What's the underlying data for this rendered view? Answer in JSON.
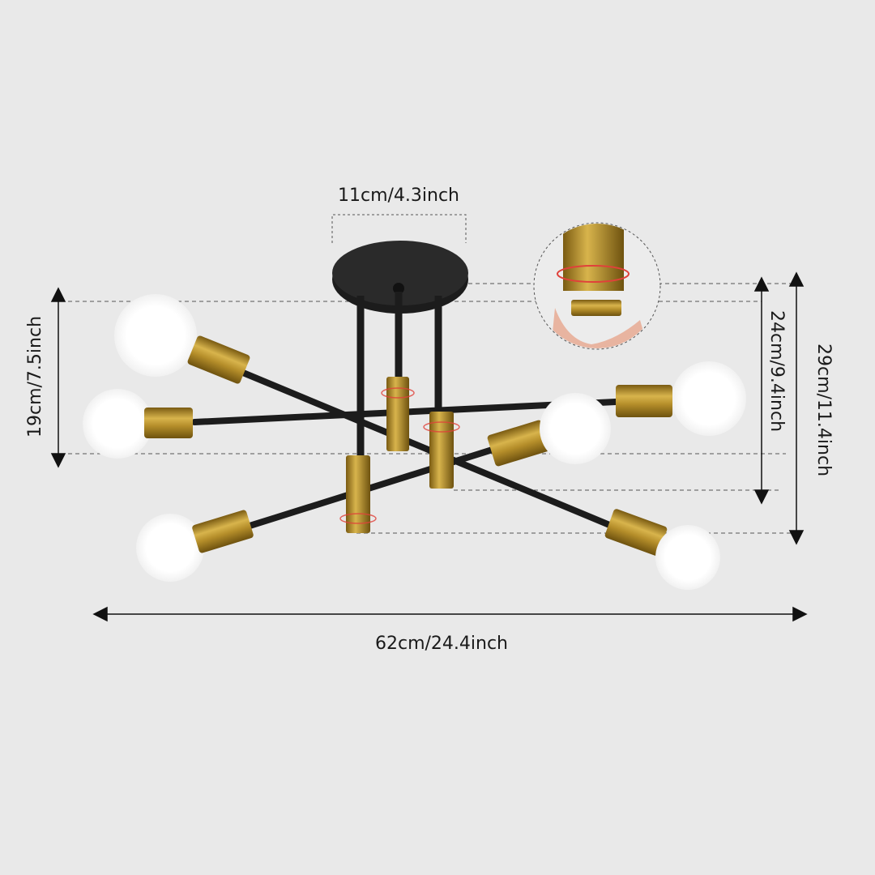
{
  "dimensions": {
    "canopy_width": "11cm/4.3inch",
    "arm_height": "19cm/7.5inch",
    "mid_height": "24cm/9.4inch",
    "total_height": "29cm/11.4inch",
    "total_width": "62cm/24.4inch"
  },
  "colors": {
    "background": "#e9e9e9",
    "metal_black": "#1c1c1c",
    "brass": "#b58e2a",
    "bulb": "#ffffff",
    "ring": "#e0413a"
  }
}
